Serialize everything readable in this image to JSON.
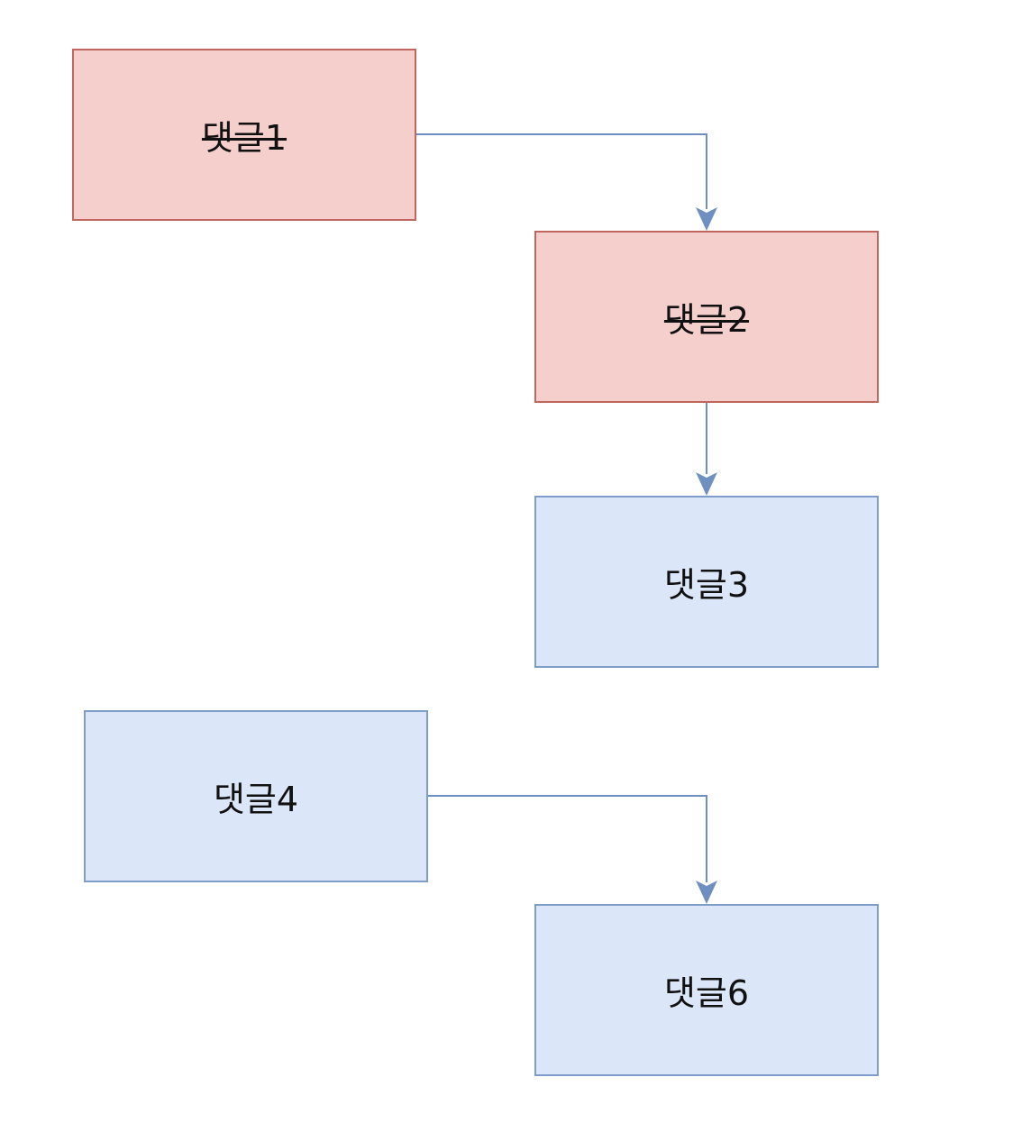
{
  "colors": {
    "deleted_fill": "#f4cfcc",
    "deleted_border": "#c0665f",
    "active_fill": "#dbe7f8",
    "active_border": "#7f9dc9",
    "edge": "#6f8fc0"
  },
  "nodes": [
    {
      "id": "n1",
      "label": "댓글1",
      "deleted": true
    },
    {
      "id": "n2",
      "label": "댓글2",
      "deleted": true
    },
    {
      "id": "n3",
      "label": "댓글3",
      "deleted": false
    },
    {
      "id": "n4",
      "label": "댓글4",
      "deleted": false
    },
    {
      "id": "n6",
      "label": "댓글6",
      "deleted": false
    }
  ],
  "edges": [
    {
      "from": "n1",
      "to": "n2"
    },
    {
      "from": "n2",
      "to": "n3"
    },
    {
      "from": "n4",
      "to": "n6"
    }
  ]
}
